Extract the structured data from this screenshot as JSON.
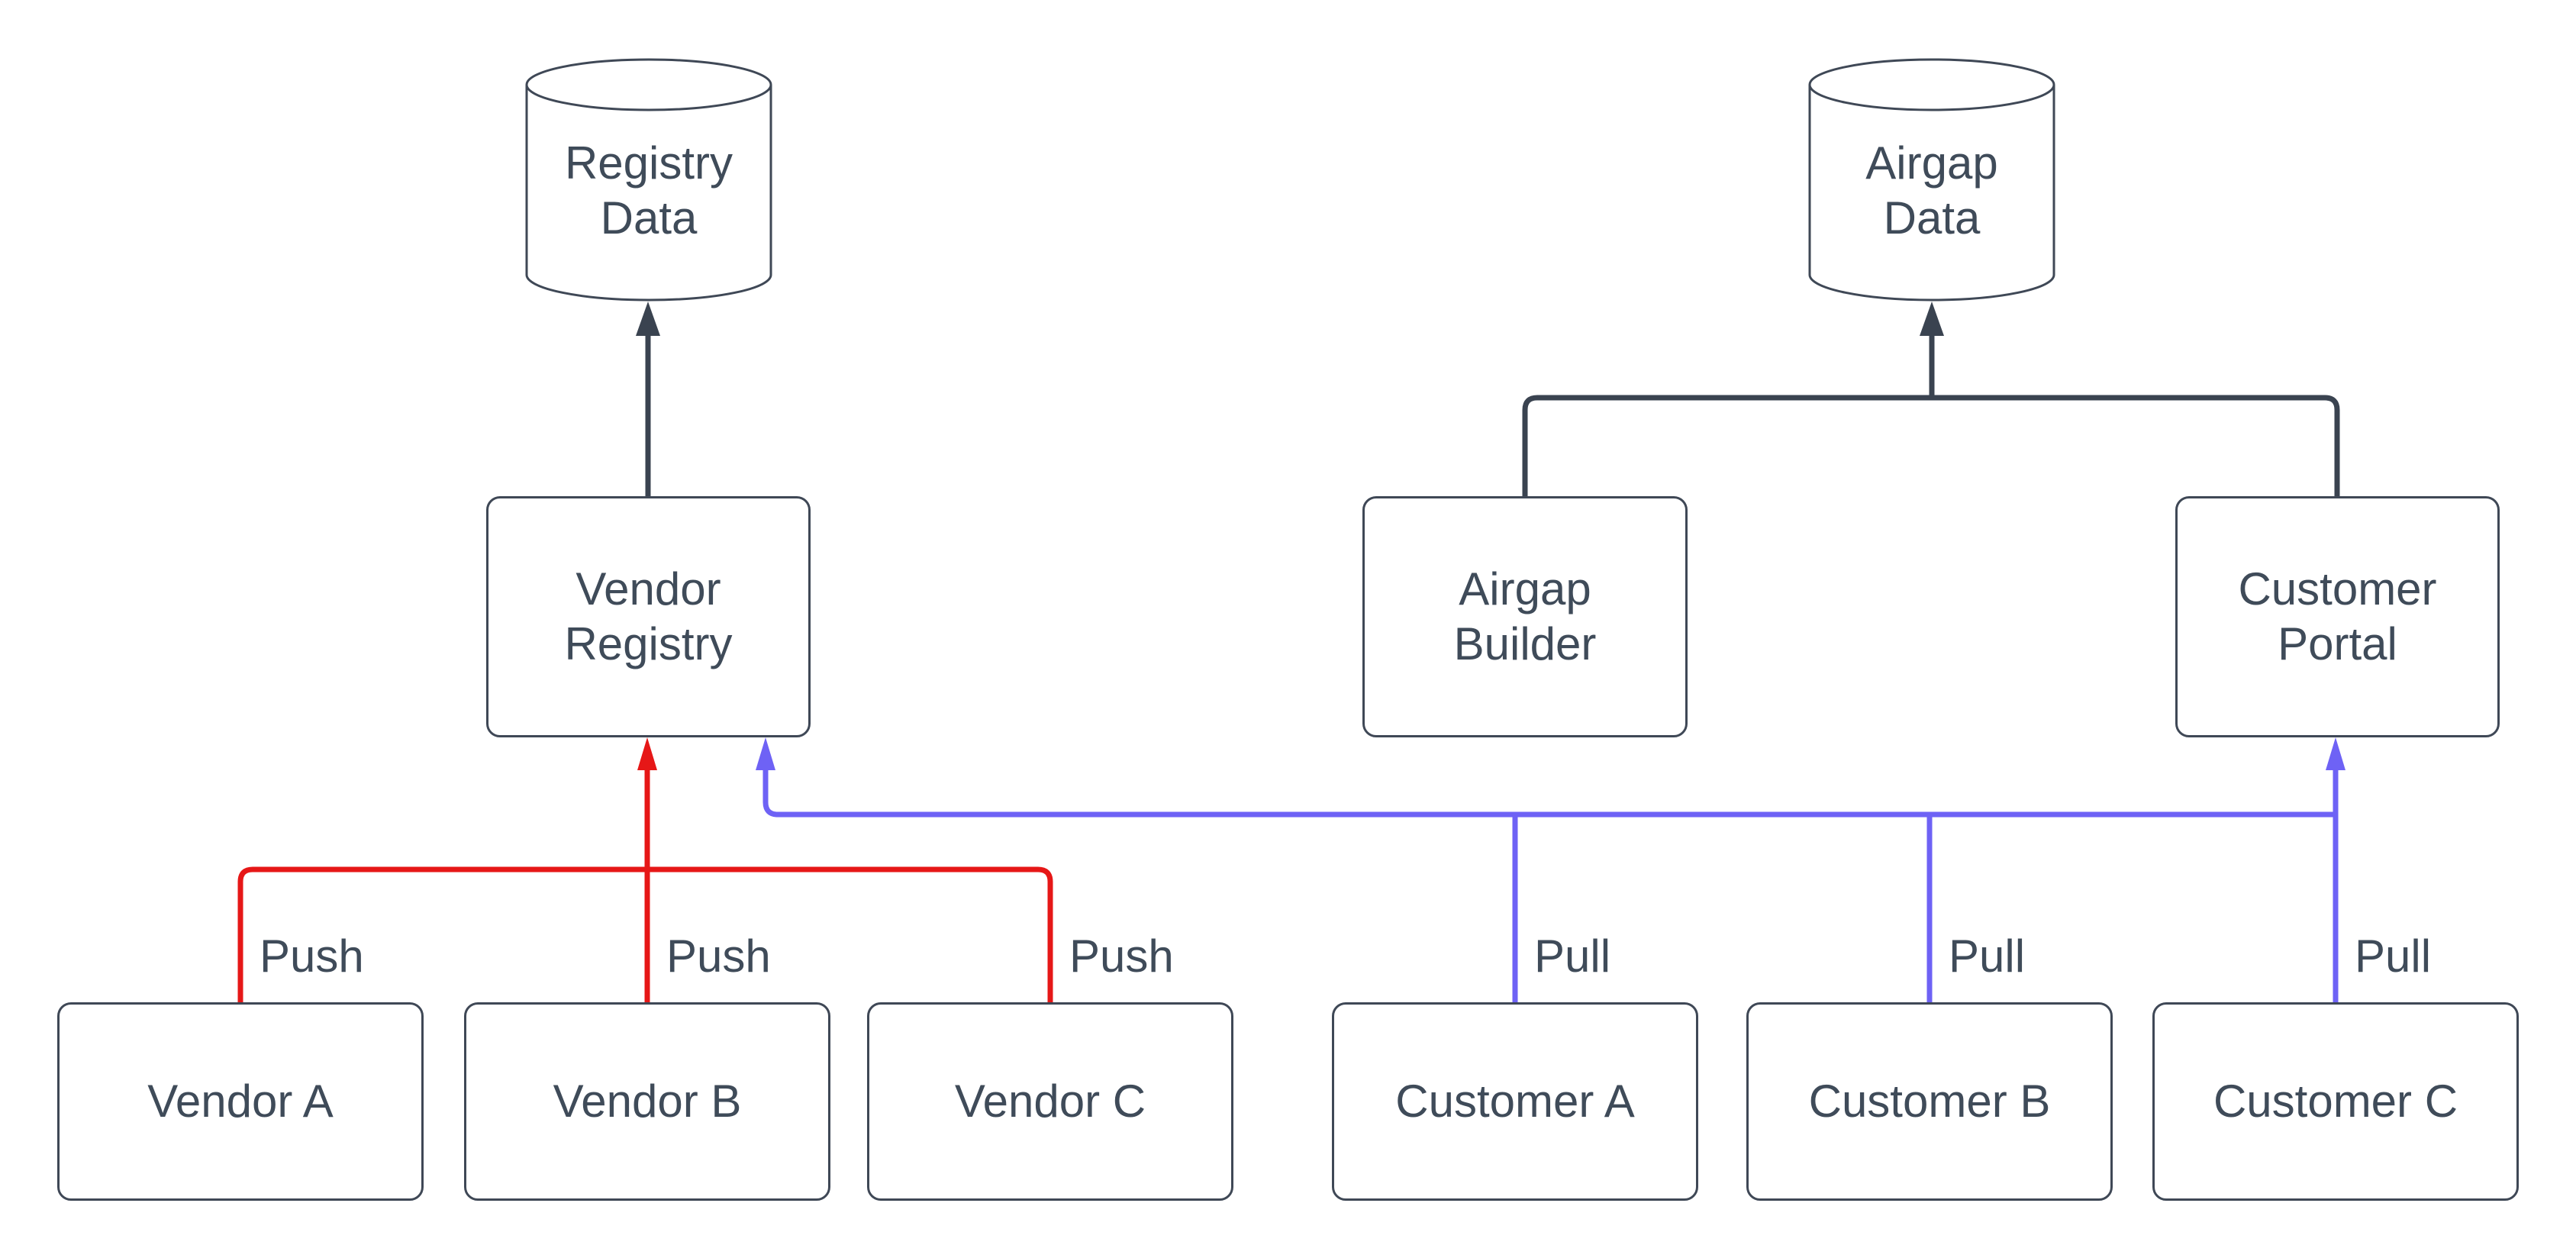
{
  "diagram": {
    "colors": {
      "background": "#ffffff",
      "flow_edge": "#3a4350",
      "push_edge": "#e61717",
      "pull_edge": "#6e62f5",
      "node_fill": "#ffffff",
      "node_border": "#3f4856",
      "node_text": "#3f4b59"
    },
    "datastores": [
      {
        "label": "Registry\nData"
      },
      {
        "label": "Airgap\nData"
      }
    ],
    "services": [
      {
        "label": "Vendor\nRegistry"
      },
      {
        "label": "Airgap\nBuilder"
      },
      {
        "label": "Customer\nPortal"
      }
    ],
    "actors": [
      {
        "label": "Vendor A"
      },
      {
        "label": "Vendor B"
      },
      {
        "label": "Vendor C"
      },
      {
        "label": "Customer A"
      },
      {
        "label": "Customer B"
      },
      {
        "label": "Customer C"
      }
    ],
    "edge_labels": [
      {
        "text": "Push"
      },
      {
        "text": "Push"
      },
      {
        "text": "Push"
      },
      {
        "text": "Pull"
      },
      {
        "text": "Pull"
      },
      {
        "text": "Pull"
      }
    ]
  }
}
